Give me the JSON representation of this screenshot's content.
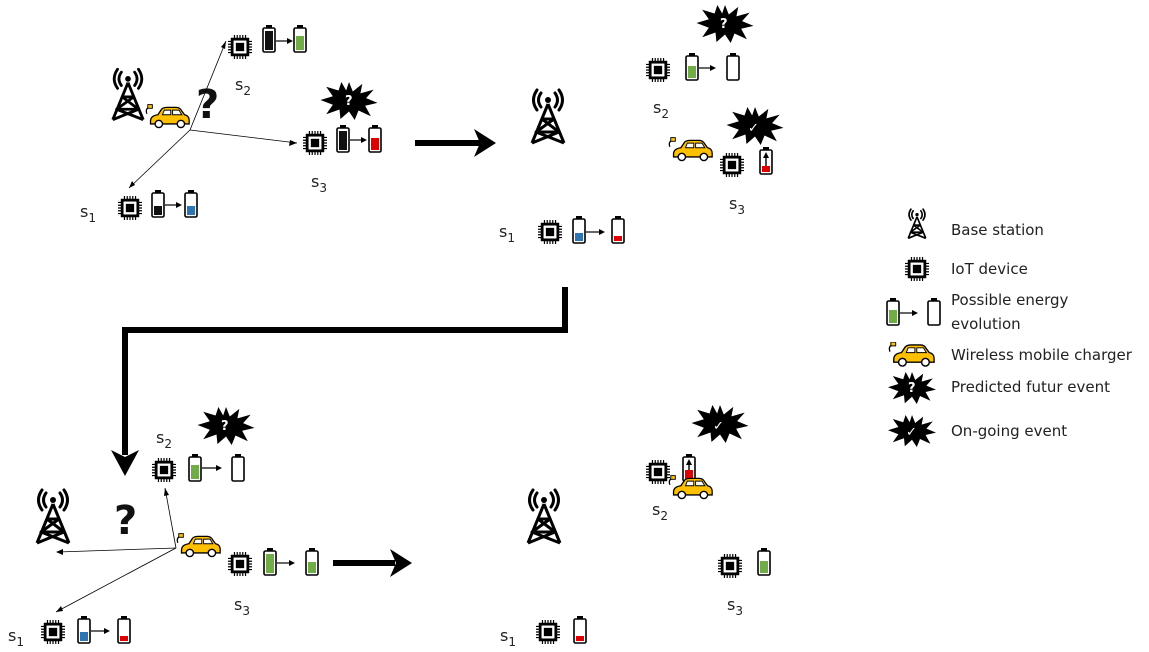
{
  "colors": {
    "battery_green": "#70ad47",
    "battery_blue": "#2e75b6",
    "battery_red": "#e00000",
    "battery_black": "#111111",
    "car_yellow": "#ffc000",
    "ink": "#000000"
  },
  "icons": [
    "antenna-icon",
    "chip-icon",
    "battery-icon",
    "car-icon",
    "burst-icon",
    "arrow-icon"
  ],
  "labels": {
    "s1": "s",
    "s1_sub": "1",
    "s2": "s",
    "s2_sub": "2",
    "s3": "s",
    "s3_sub": "3",
    "question": "?",
    "burst_predicted": "?",
    "burst_ongoing": "✓"
  },
  "legend": {
    "items": [
      {
        "icon": "antenna-icon",
        "label": "Base station"
      },
      {
        "icon": "chip-icon",
        "label": "IoT device"
      },
      {
        "icon": "battery-evolution-icon",
        "label_line1": "Possible energy",
        "label_line2": "evolution"
      },
      {
        "icon": "car-icon",
        "label": "Wireless mobile charger"
      },
      {
        "icon": "burst-predicted-icon",
        "label": "Predicted futur event"
      },
      {
        "icon": "burst-ongoing-icon",
        "label": "On-going event"
      }
    ]
  }
}
